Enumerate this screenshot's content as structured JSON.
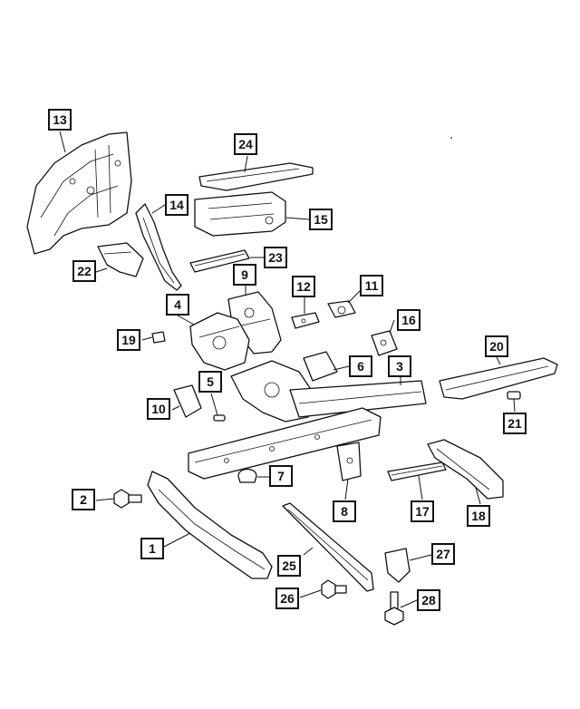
{
  "diagram": {
    "callouts": [
      {
        "number": "1"
      },
      {
        "number": "2"
      },
      {
        "number": "3"
      },
      {
        "number": "4"
      },
      {
        "number": "5"
      },
      {
        "number": "6"
      },
      {
        "number": "7"
      },
      {
        "number": "8"
      },
      {
        "number": "9"
      },
      {
        "number": "10"
      },
      {
        "number": "11"
      },
      {
        "number": "12"
      },
      {
        "number": "13"
      },
      {
        "number": "14"
      },
      {
        "number": "15"
      },
      {
        "number": "16"
      },
      {
        "number": "17"
      },
      {
        "number": "18"
      },
      {
        "number": "19"
      },
      {
        "number": "20"
      },
      {
        "number": "21"
      },
      {
        "number": "22"
      },
      {
        "number": "23"
      },
      {
        "number": "24"
      },
      {
        "number": "25"
      },
      {
        "number": "26"
      },
      {
        "number": "27"
      },
      {
        "number": "28"
      }
    ]
  }
}
